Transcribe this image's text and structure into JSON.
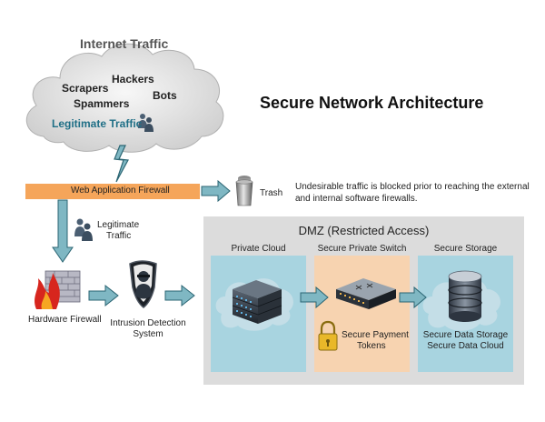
{
  "cloud": {
    "title": "Internet Traffic",
    "words": [
      "Hackers",
      "Scrapers",
      "Bots",
      "Spammers"
    ],
    "legit_label": "Legitimate Traffic"
  },
  "title": "Secure Network Architecture",
  "waf": {
    "label": "Web Application Firewall"
  },
  "trash": {
    "label": "Trash"
  },
  "note": "Undesirable traffic is blocked prior to reaching the external and internal software firewalls.",
  "legit_traffic": {
    "label_line1": "Legitimate",
    "label_line2": "Traffic"
  },
  "hardware_firewall": {
    "label": "Hardware Firewall"
  },
  "ids": {
    "label_line1": "Intrusion Detection",
    "label_line2": "System"
  },
  "dmz": {
    "title": "DMZ (Restricted Access)",
    "sections": [
      {
        "label": "Private Cloud"
      },
      {
        "label": "Secure Private Switch"
      },
      {
        "label": "Secure Storage"
      }
    ],
    "payment_line1": "Secure Payment",
    "payment_line2": "Tokens",
    "storage_line1": "Secure Data Storage",
    "storage_line2": "Secure Data Cloud"
  },
  "colors": {
    "firewall_bar": "#f5a55a",
    "arrow_fill": "#7fb7c3",
    "arrow_stroke": "#2b6573",
    "dmz_bg": "#dcdcdc",
    "private_cloud_bg": "#a8d4e0",
    "switch_bg": "#f7d3b0",
    "storage_bg": "#a8d4e0"
  }
}
